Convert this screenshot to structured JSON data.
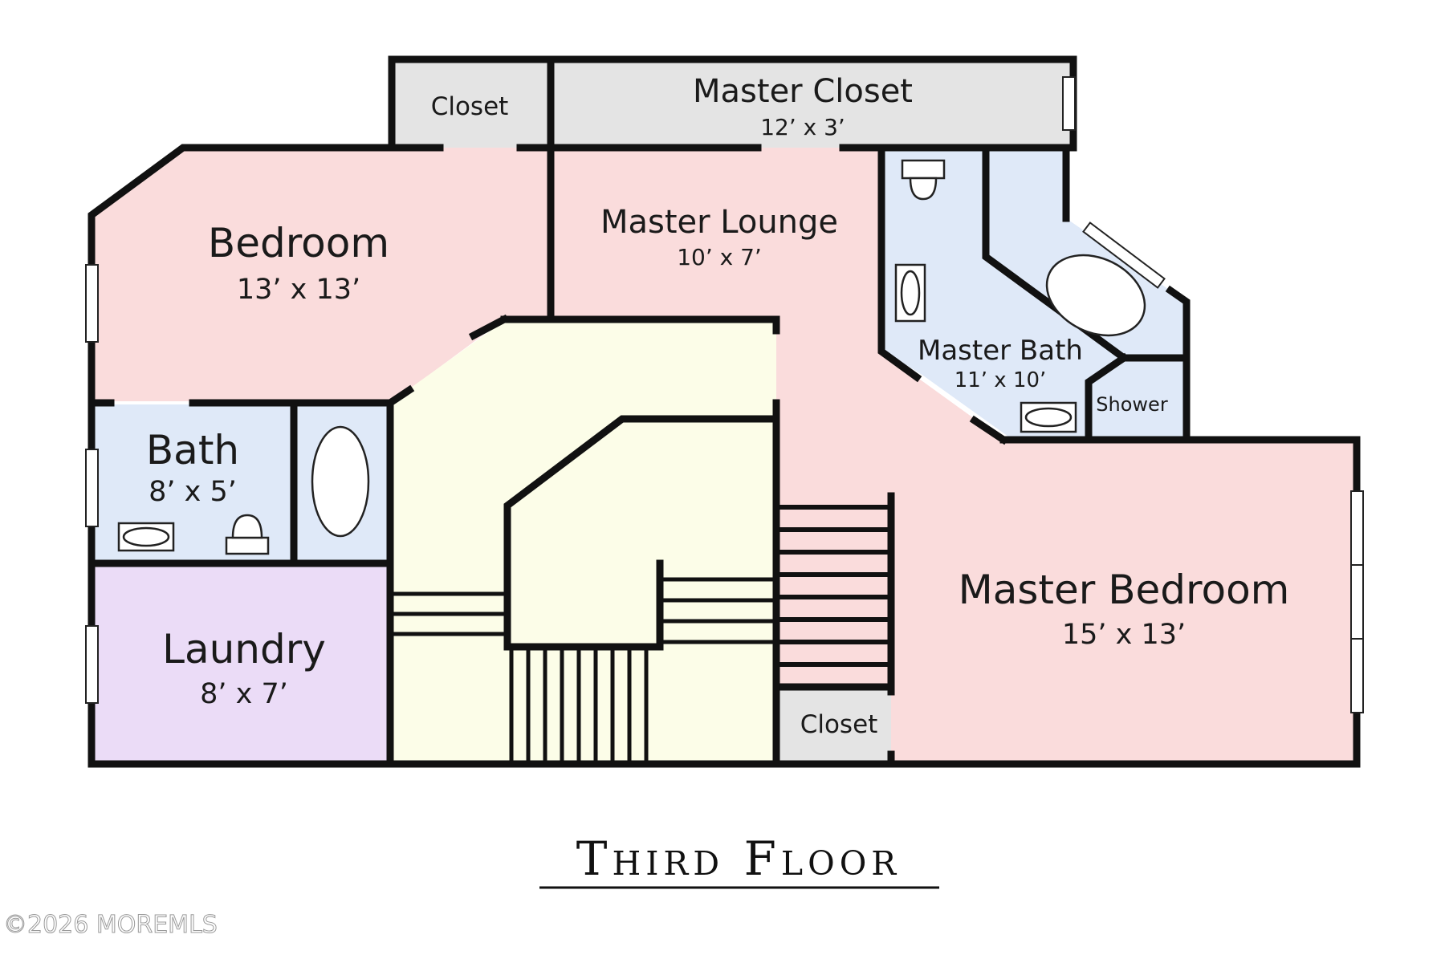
{
  "floor_title": "Third Floor",
  "watermark": "©2026 MOREMLS",
  "rooms": {
    "closet_top": {
      "name": "Closet"
    },
    "master_closet": {
      "name": "Master Closet",
      "dims": "12’ x 3’"
    },
    "bedroom": {
      "name": "Bedroom",
      "dims": "13’ x 13’"
    },
    "master_lounge": {
      "name": "Master Lounge",
      "dims": "10’ x 7’"
    },
    "master_bath": {
      "name": "Master Bath",
      "dims": "11’ x 10’"
    },
    "shower": {
      "name": "Shower"
    },
    "bath": {
      "name": "Bath",
      "dims": "8’ x 5’"
    },
    "laundry": {
      "name": "Laundry",
      "dims": "8’ x 7’"
    },
    "master_bedroom": {
      "name": "Master Bedroom",
      "dims": "15’ x 13’"
    },
    "closet_bottom": {
      "name": "Closet"
    }
  },
  "colors": {
    "bedroom_fill": "#fadcdc",
    "bath_fill": "#dfe9f8",
    "closet_fill": "#e4e4e4",
    "laundry_fill": "#ebdcf7",
    "stair_fill": "#fcfde8"
  }
}
